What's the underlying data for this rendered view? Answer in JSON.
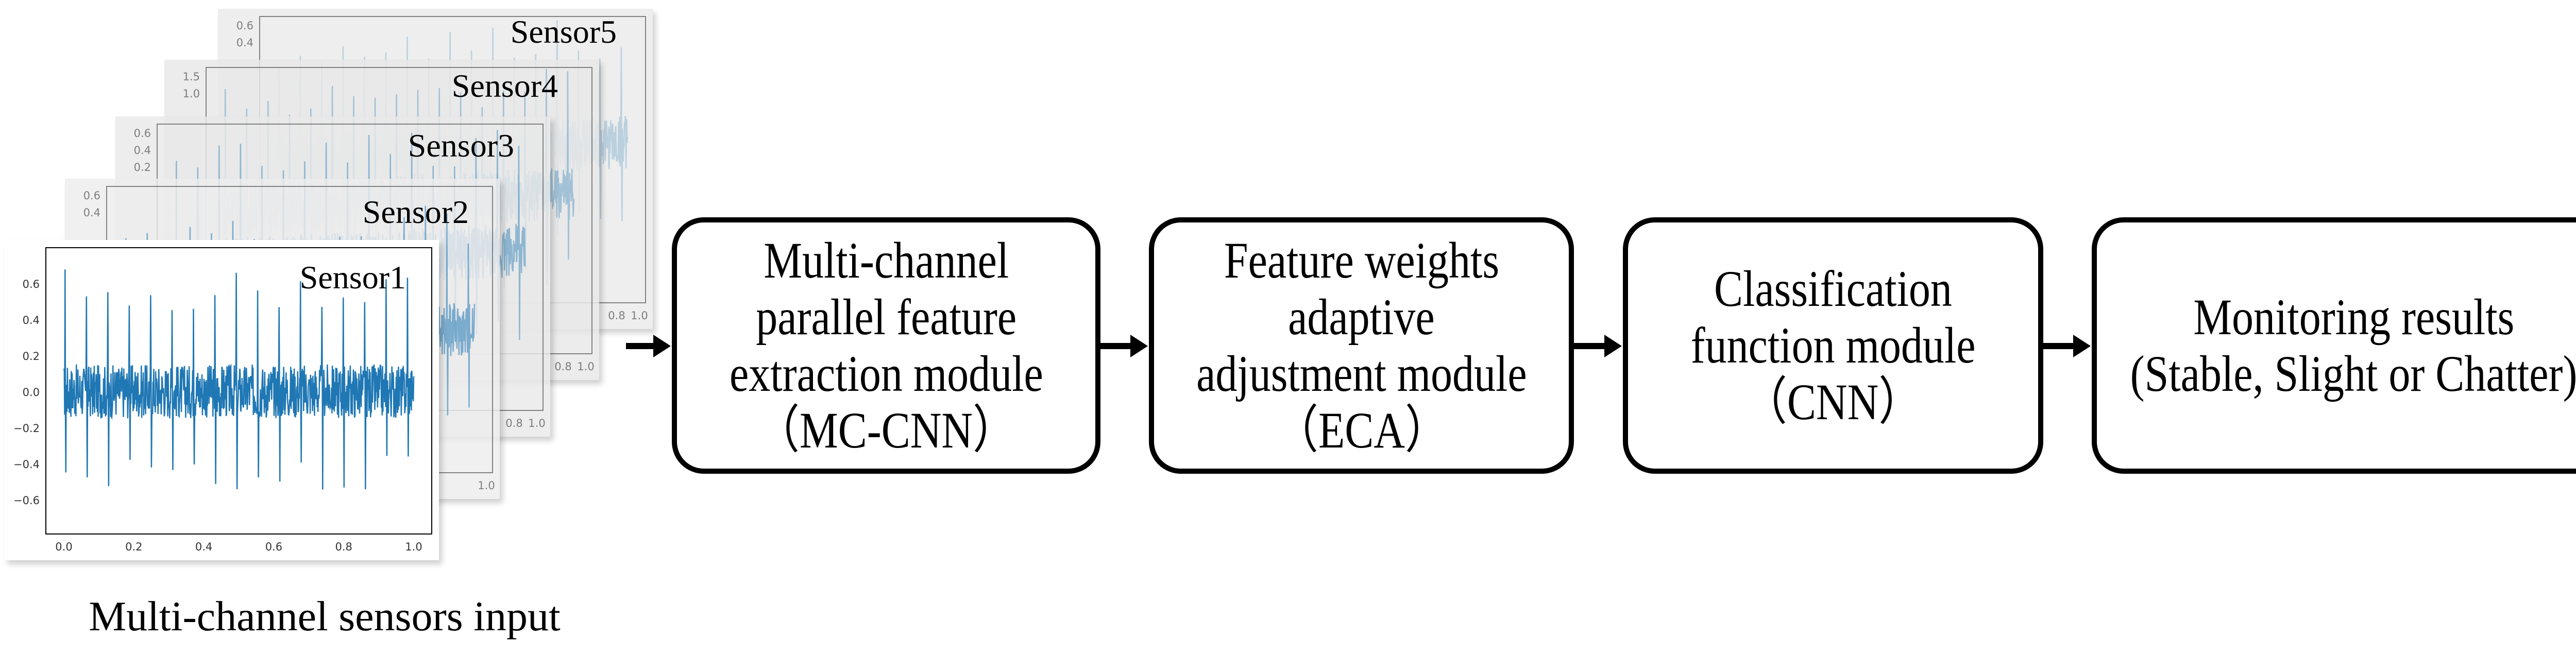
{
  "sensors": [
    {
      "name": "Sensor1",
      "y_ticks": [
        "0.6",
        "0.4",
        "0.2",
        "0.0",
        "−0.2",
        "−0.4",
        "−0.6"
      ],
      "x_ticks": [
        "0.0",
        "0.2",
        "0.4",
        "0.6",
        "0.8",
        "1.0"
      ]
    },
    {
      "name": "Sensor2",
      "y_ticks": [
        "0.6",
        "0.4"
      ],
      "x_ticks": [
        "1.0"
      ]
    },
    {
      "name": "Sensor3",
      "y_ticks": [
        "0.6",
        "0.4",
        "0.2"
      ],
      "x_ticks": [
        "0.8",
        "1.0"
      ]
    },
    {
      "name": "Sensor4",
      "y_ticks": [
        "1.5",
        "1.0"
      ],
      "x_ticks": [
        "0.8",
        "1.0"
      ]
    },
    {
      "name": "Sensor5",
      "y_ticks": [
        "0.6",
        "0.4"
      ],
      "x_ticks": [
        "0.8",
        "1.0"
      ]
    }
  ],
  "input_caption": "Multi-channel sensors input",
  "modules": [
    {
      "lines": [
        "Multi-channel",
        "parallel feature",
        "extraction module",
        "（MC-CNN）"
      ]
    },
    {
      "lines": [
        "Feature weights",
        "adaptive",
        "adjustment module",
        "（ECA）"
      ]
    },
    {
      "lines": [
        "Classification",
        "function module",
        "（CNN）"
      ]
    },
    {
      "lines": [
        "Monitoring results",
        "(Stable, Slight or Chatter)"
      ]
    }
  ],
  "colors": {
    "signal": "#1f77b4",
    "border": "#000000"
  }
}
